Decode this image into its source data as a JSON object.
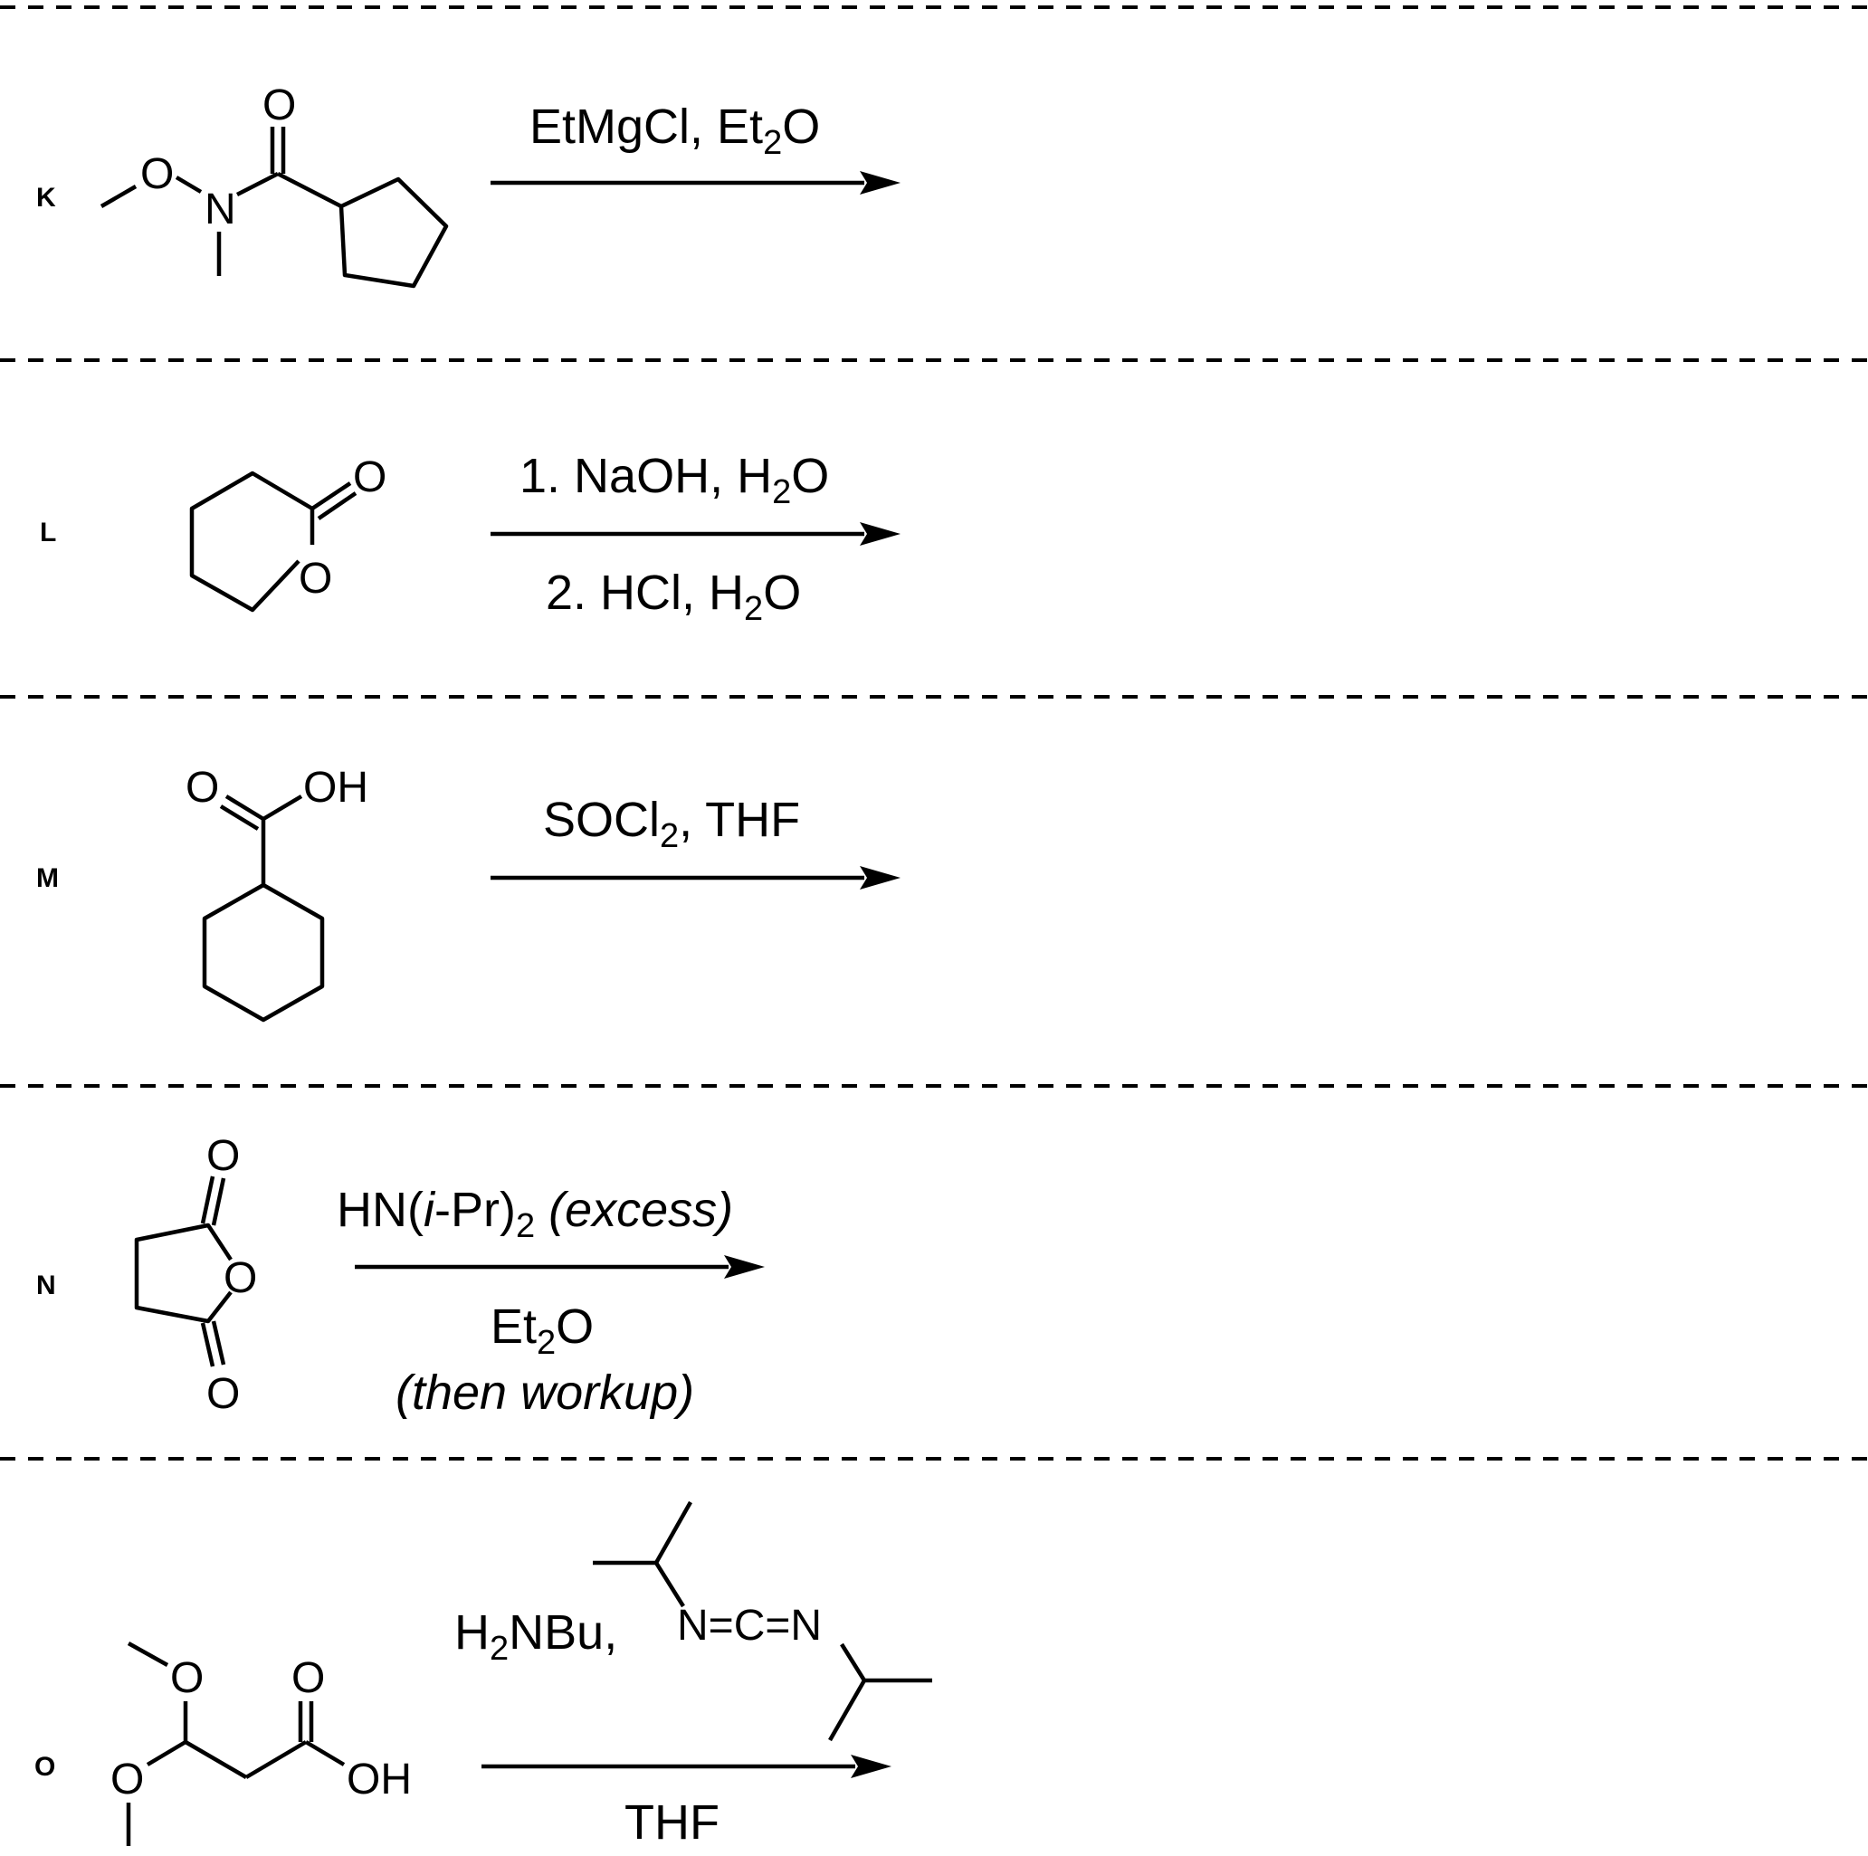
{
  "reactions": [
    {
      "label": "K",
      "substrate_atoms": {
        "o1": "O",
        "n": "N",
        "o2": "O"
      },
      "conditions_above": {
        "a": "EtMgCl, Et",
        "a_sub": "2",
        "b": "O"
      }
    },
    {
      "label": "L",
      "substrate_atoms": {
        "o_carbonyl": "O",
        "o_ring": "O"
      },
      "conditions_above": {
        "a": "1. NaOH, H",
        "a_sub": "2",
        "b": "O"
      },
      "conditions_below": {
        "a": "2. HCl, H",
        "a_sub": "2",
        "b": "O"
      }
    },
    {
      "label": "M",
      "substrate_atoms": {
        "o_carbonyl": "O",
        "oh": "OH"
      },
      "conditions_above": {
        "a": "SOCl",
        "a_sub": "2",
        "b": ", THF"
      }
    },
    {
      "label": "N",
      "substrate_atoms": {
        "o_top": "O",
        "o_ring": "O",
        "o_bottom": "O"
      },
      "conditions_above": {
        "a": "HN(",
        "a_italic": "i",
        "b": "-Pr)",
        "b_sub": "2",
        "c_italic": " (excess)"
      },
      "conditions_below": {
        "a": "Et",
        "a_sub": "2",
        "b": "O",
        "line2_italic": "(then workup)"
      }
    },
    {
      "label": "O",
      "substrate_atoms": {
        "o_methoxy1": "O",
        "o_methoxy2": "O",
        "o_carbonyl": "O",
        "oh": "OH"
      },
      "conditions_above": {
        "a": "H",
        "a_sub": "2",
        "b": "NBu,",
        "carbodiimide": "N=C=N"
      },
      "conditions_below": {
        "a": "THF"
      }
    }
  ]
}
